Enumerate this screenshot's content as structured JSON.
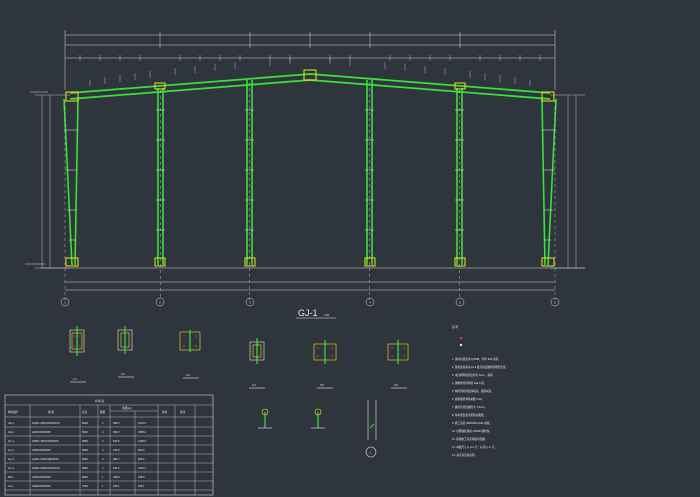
{
  "drawing": {
    "frame_title": "GJ-1",
    "frame_scale": "1:50",
    "grid_bubbles": [
      "1",
      "2",
      "3",
      "4",
      "5",
      "6"
    ],
    "sections": [
      {
        "label": "1-1"
      },
      {
        "label": "2-2"
      },
      {
        "label": "3-3"
      },
      {
        "label": "4-4"
      },
      {
        "label": "5-5"
      },
      {
        "label": "6-6"
      }
    ],
    "detail_circle": "1",
    "notes": {
      "heading": "说 明",
      "lines": [
        "1. 钢材材质选用 Q355B，焊条 E50 系列。",
        "2. 梁柱连接采用 10.9 级高强度螺栓摩擦型连接。",
        "3. 未注明焊缝高度均为 6mm，满焊。",
        "4. 钢构件除锈等级 Sa2.5 级。",
        "5. 构件涂防锈底漆两道，面漆两道。",
        "6. 摩擦面抗滑移系数 0.40。",
        "7. 螺栓孔径较螺栓大 1.5mm。",
        "8. 吊车梁安装详见相关图纸。",
        "9. 施工应按 GB50205-2001 验收。",
        "10. 柱脚锚栓采用 Q235B 钢制作。",
        "11. 基础施工详见基础平面图。",
        "12. 本图尺寸以 mm 计，标高以 m 计。",
        "13. 其余详见总说明。"
      ]
    },
    "table": {
      "title": "材 料 表",
      "headers": [
        "构件编号",
        "规 格",
        "长度",
        "数量",
        "重量(kg)",
        "",
        "总重",
        "备注"
      ],
      "rows": [
        [
          "GZ-1",
          "H(250~500)X200X6X10",
          "6600",
          "2",
          "508.3",
          "1016.6",
          "",
          ""
        ],
        [
          "GZ-2",
          "H300X200X6X8",
          "8640",
          "4",
          "596.3",
          "2385.2",
          "",
          ""
        ],
        [
          "GL-1",
          "H(500~300)X200X6X8",
          "9960",
          "2",
          "629.5",
          "1259.0",
          "",
          ""
        ],
        [
          "GL-2",
          "H300X180X6X8",
          "9960",
          "2",
          "445.0",
          "890.0",
          "",
          ""
        ],
        [
          "GL-3",
          "H(300~500)X180X6X8",
          "9960",
          "2",
          "482.7",
          "965.4",
          "",
          ""
        ],
        [
          "GL-4",
          "H(300~500)X200X6X10",
          "9960",
          "2",
          "651.2",
          "1302.4",
          "",
          ""
        ],
        [
          "BZ-1",
          "H300X180X6X8",
          "8660",
          "1",
          "328.9",
          "328.9",
          "",
          ""
        ],
        [
          "XL-1",
          "H300X200X6X8",
          "7560",
          "1",
          "256.1",
          "256.1",
          "",
          ""
        ]
      ]
    }
  },
  "colors": {
    "background": "#2f353d",
    "lines": "#d9d9d9",
    "steel": "#39e03a",
    "highlight": "#f2e21a",
    "red": "#e23a3a"
  }
}
